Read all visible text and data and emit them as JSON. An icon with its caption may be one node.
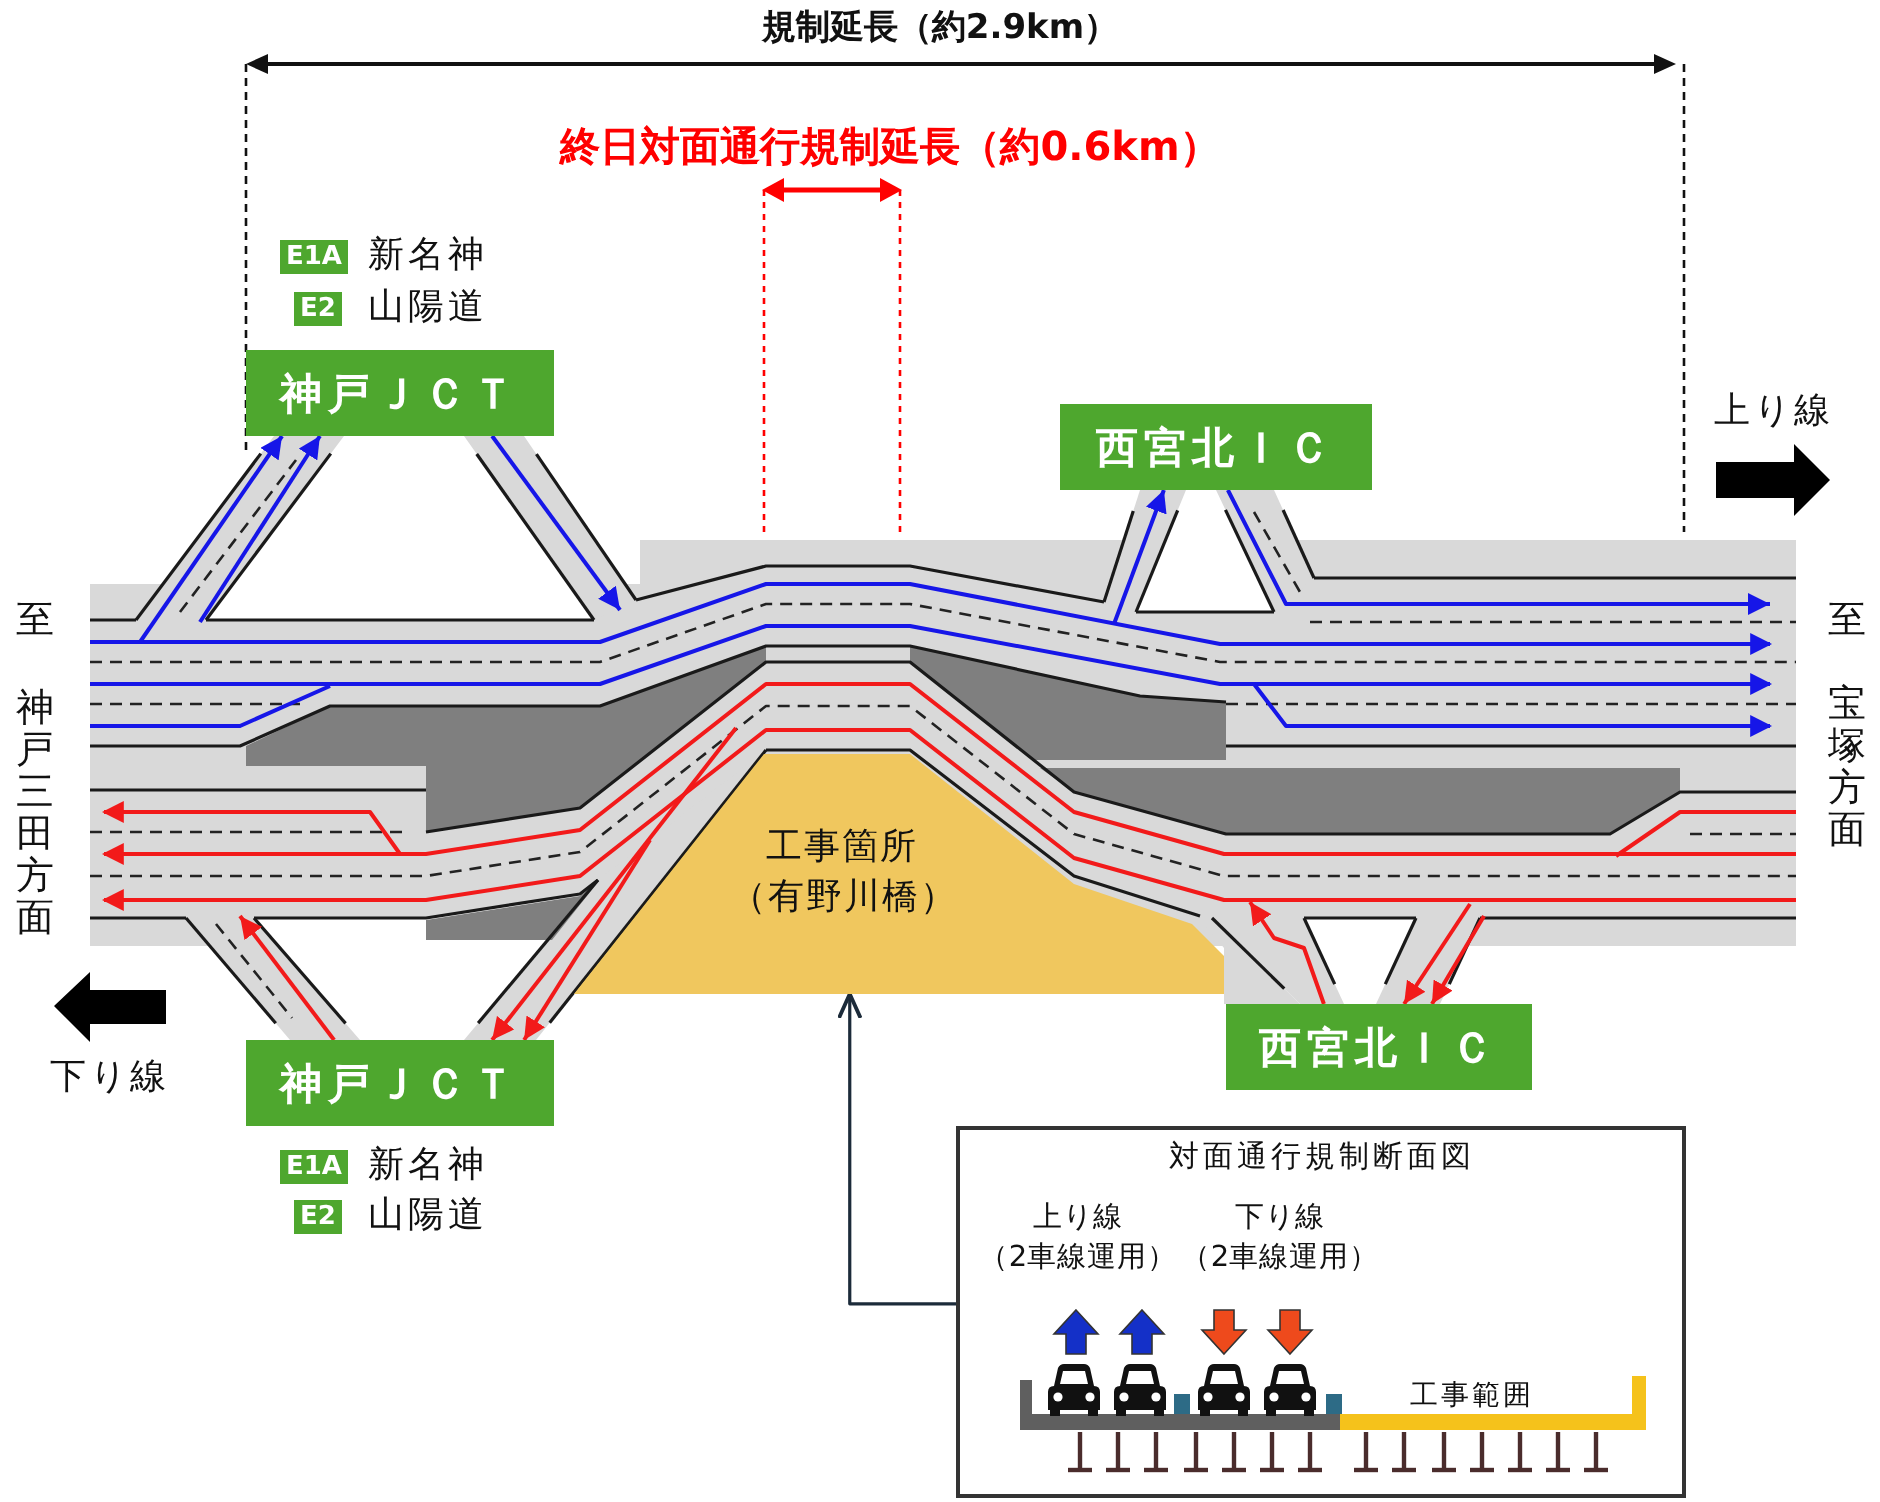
{
  "diagram": {
    "nodes": [
      {
        "text": [
          "神戸ＪＣＴ"
        ],
        "beside": [
          "E1A",
          "新名神",
          "E2",
          "山陽道"
        ]
      },
      {
        "text": [
          "西宮北ＩＣ"
        ]
      },
      {
        "text": [
          "工事箇所（有野川橋）"
        ]
      },
      {
        "text": [
          "西宮北ＩＣ"
        ]
      },
      {
        "text": [
          "神戸ＪＣＴ"
        ],
        "beside": [
          "E1A",
          "新名神",
          "E2",
          "山陽道"
        ]
      },
      {
        "text": [
          "対面通行規制断面図",
          "上り線（2車線運用）",
          "下り線（2車線運用）",
          "工事範囲"
        ]
      }
    ],
    "edges": [
      {
        "from": null,
        "to": 0,
        "arrow": "to",
        "color": "#1616e8"
      },
      {
        "from": null,
        "to": 0,
        "arrow": "to",
        "color": "#1616e8"
      },
      {
        "from": 0,
        "to": null,
        "arrow": "to",
        "color": "#1616e8"
      },
      {
        "from": null,
        "to": 1,
        "arrow": "to",
        "color": "#1616e8"
      },
      {
        "from": 1,
        "to": null,
        "arrow": "to",
        "color": "#1616e8"
      },
      {
        "from": 4,
        "to": null,
        "arrow": "to"
      },
      {
        "from": null,
        "to": 4,
        "arrow": "to"
      },
      {
        "from": null,
        "to": 4,
        "arrow": "to"
      },
      {
        "from": 3,
        "to": null,
        "arrow": "to"
      },
      {
        "from": null,
        "to": 3,
        "arrow": "to"
      },
      {
        "from": null,
        "to": 3,
        "arrow": "to"
      },
      {
        "from": 5,
        "to": 2,
        "arrow": "to",
        "color": "#1c2b3a"
      }
    ],
    "labels": [
      "規制延長（約2.9km）",
      "終日対面通行規制延長（約0.6km）",
      "上り線",
      "至",
      "神戸三田方面",
      "至",
      "宝塚方面",
      "下り線"
    ]
  }
}
